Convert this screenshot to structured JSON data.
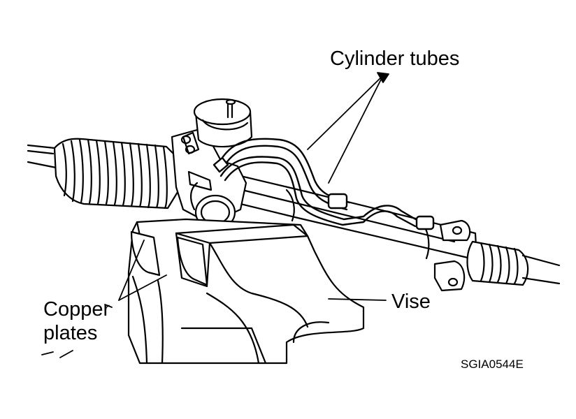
{
  "labels": {
    "cylinder_tubes": "Cylinder tubes",
    "copper_line1": "Copper",
    "copper_line2": "plates",
    "vise": "Vise",
    "figure_code": "SGIA0544E"
  },
  "colors": {
    "ink": "#000000",
    "paper": "#ffffff"
  }
}
